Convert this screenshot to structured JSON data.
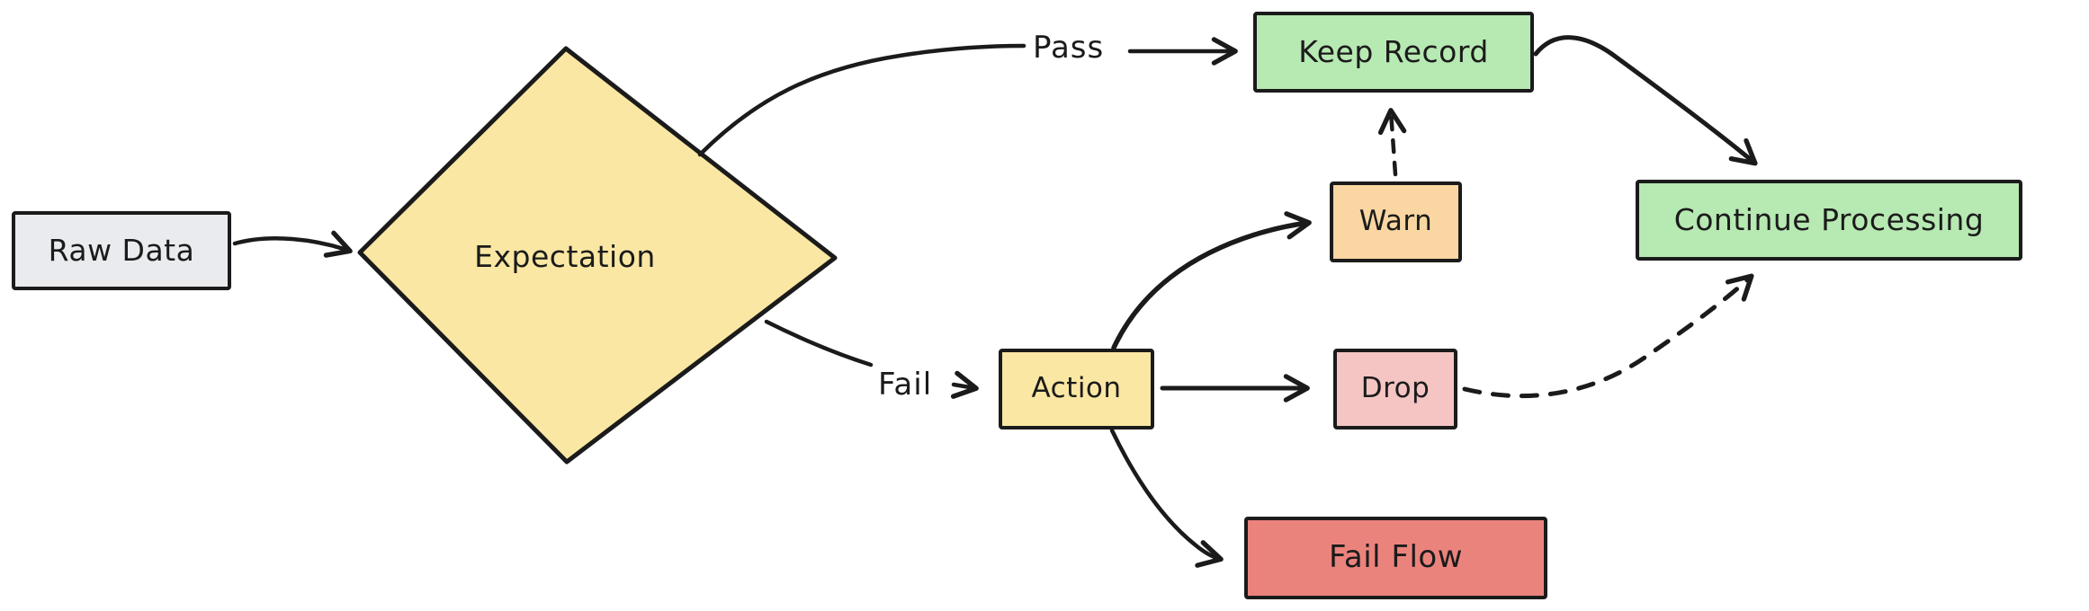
{
  "diagram": {
    "type": "flowchart",
    "background": "#FFFFFF",
    "stroke_color": "#1B1B1B",
    "nodes": [
      {
        "id": "raw-data",
        "label": "Raw Data",
        "shape": "rectangle",
        "fill": "#E9EBEE"
      },
      {
        "id": "expectation",
        "label": "Expectation",
        "shape": "diamond",
        "fill": "#FAE7A3"
      },
      {
        "id": "keep-record",
        "label": "Keep Record",
        "shape": "rectangle",
        "fill": "#B7E9B2"
      },
      {
        "id": "warn",
        "label": "Warn",
        "shape": "rectangle",
        "fill": "#F9D6A2"
      },
      {
        "id": "action",
        "label": "Action",
        "shape": "rectangle",
        "fill": "#FAE7A3"
      },
      {
        "id": "drop",
        "label": "Drop",
        "shape": "rectangle",
        "fill": "#F4C5C3"
      },
      {
        "id": "fail-flow",
        "label": "Fail Flow",
        "shape": "rectangle",
        "fill": "#EB837D"
      },
      {
        "id": "continue-processing",
        "label": "Continue Processing",
        "shape": "rectangle",
        "fill": "#B7E9B2"
      }
    ],
    "edges": [
      {
        "from": "raw-data",
        "to": "expectation",
        "label": "",
        "style": "solid"
      },
      {
        "from": "expectation",
        "to": "keep-record",
        "label": "Pass",
        "style": "solid"
      },
      {
        "from": "expectation",
        "to": "action",
        "label": "Fail",
        "style": "solid"
      },
      {
        "from": "action",
        "to": "warn",
        "label": "",
        "style": "solid"
      },
      {
        "from": "action",
        "to": "drop",
        "label": "",
        "style": "solid"
      },
      {
        "from": "action",
        "to": "fail-flow",
        "label": "",
        "style": "solid"
      },
      {
        "from": "warn",
        "to": "keep-record",
        "label": "",
        "style": "dashed"
      },
      {
        "from": "drop",
        "to": "continue-processing",
        "label": "",
        "style": "dashed"
      },
      {
        "from": "keep-record",
        "to": "continue-processing",
        "label": "",
        "style": "solid"
      }
    ]
  }
}
